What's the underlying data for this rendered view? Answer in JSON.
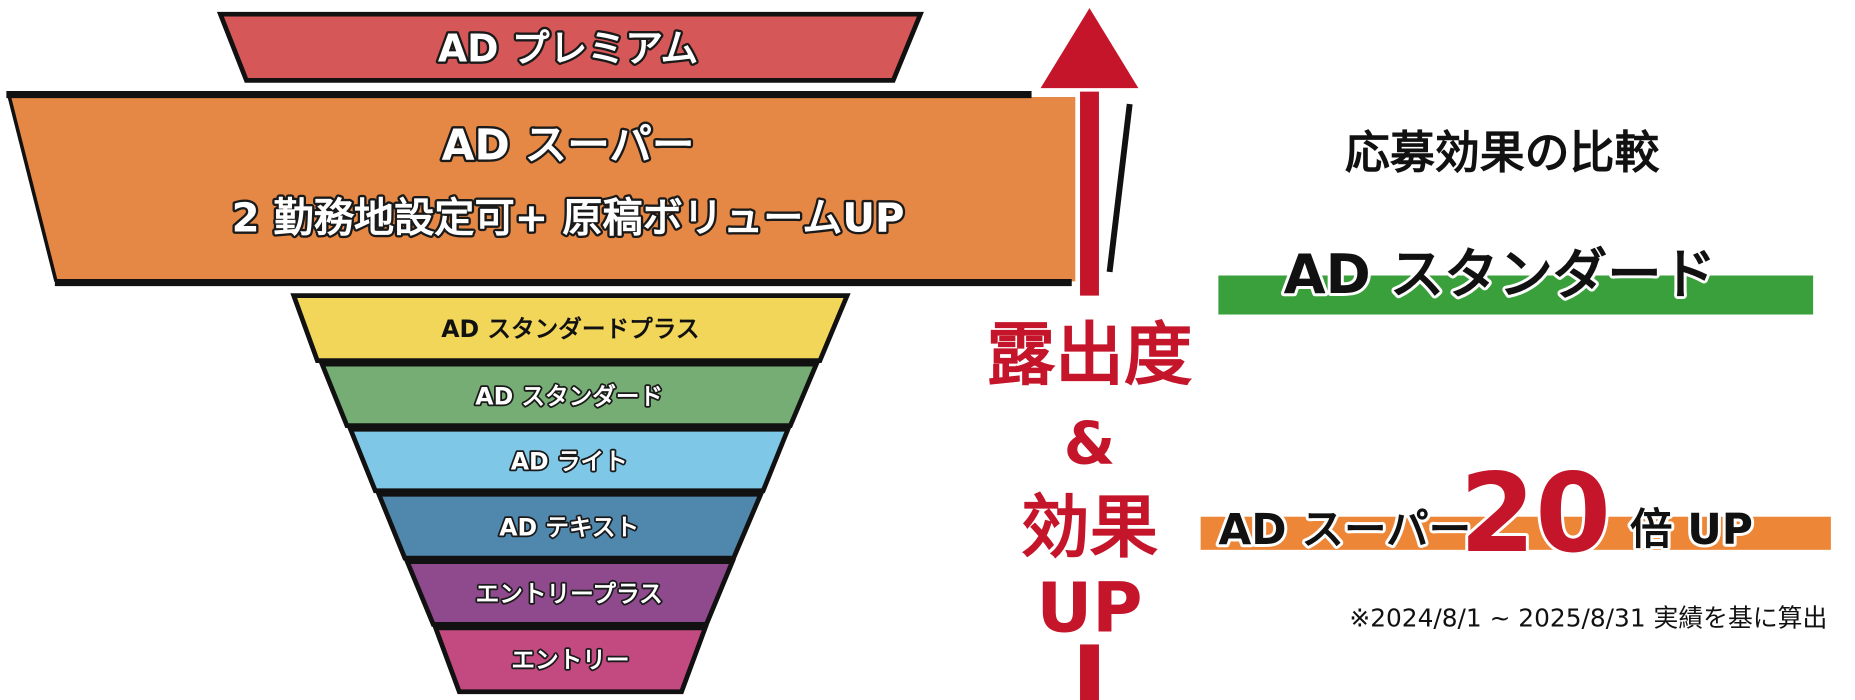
{
  "funnel": {
    "premium": {
      "label": "AD プレミアム",
      "color": "#d65757"
    },
    "super": {
      "line1": "AD スーパー",
      "line2": "2 勤務地設定可+ 原稿ボリュームUP",
      "color": "#e58745"
    },
    "tiers": [
      {
        "label": "AD スタンダードプラス",
        "color": "#f2d65a"
      },
      {
        "label": "AD スタンダード",
        "color": "#76ad74"
      },
      {
        "label": "AD ライト",
        "color": "#7ec7e6"
      },
      {
        "label": "AD テキスト",
        "color": "#5087ad"
      },
      {
        "label": "エントリープラス",
        "color": "#8e4a8c"
      },
      {
        "label": "エントリー",
        "color": "#c24a80"
      }
    ]
  },
  "arrow": {
    "line1": "露出度",
    "line2": "&",
    "line3": "効果",
    "line4": "UP",
    "color": "#c4152b"
  },
  "comparison": {
    "title": "応募効果の比較",
    "baseline_label": "AD スタンダード",
    "baseline_color": "#3aa03c",
    "result_prefix": "AD スーパー",
    "result_multiplier": "20",
    "result_suffix": "倍 UP",
    "result_color": "#ee8638",
    "note": "※2024/8/1 ~ 2025/8/31 実績を基に算出"
  }
}
